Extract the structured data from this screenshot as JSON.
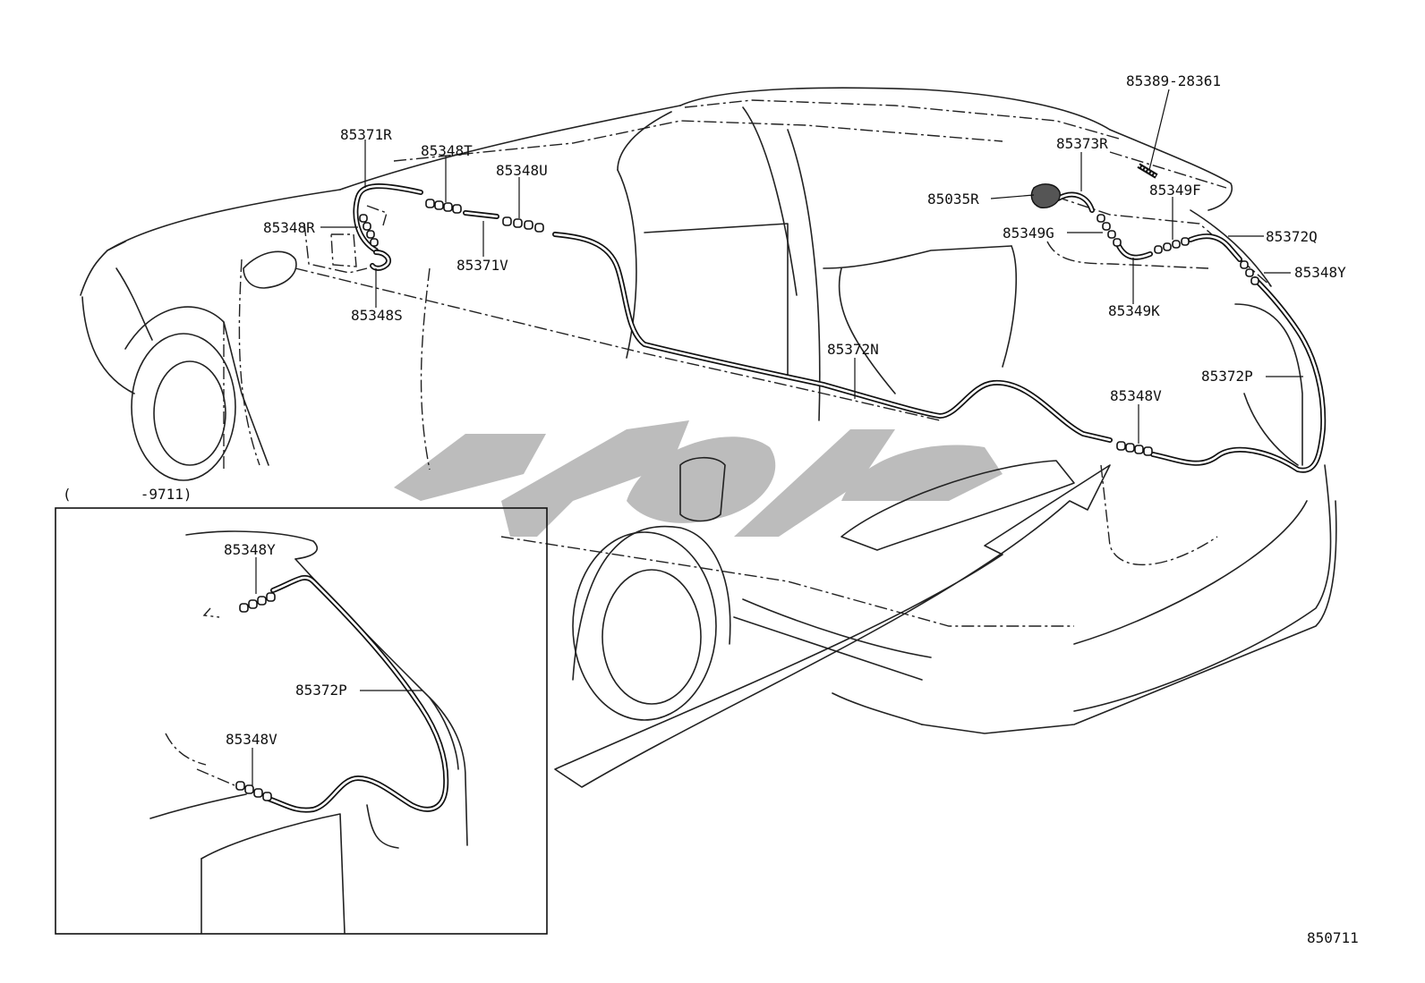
{
  "diagram": {
    "callouts": {
      "c85389_28361": "85389-28361",
      "c85371R": "85371R",
      "c85348T": "85348T",
      "c85348U": "85348U",
      "c85373R": "85373R",
      "c85035R": "85035R",
      "c85349F": "85349F",
      "c85348R": "85348R",
      "c85349G": "85349G",
      "c85372Q": "85372Q",
      "c85371V": "85371V",
      "c85348Y": "85348Y",
      "c85348S": "85348S",
      "c85349K": "85349K",
      "c85372N": "85372N",
      "c85372P": "85372P",
      "c85348V": "85348V"
    },
    "inset": {
      "range_label": "(        -9711)",
      "c85348Y": "85348Y",
      "c85372P": "85372P",
      "c85348V": "85348V"
    },
    "figure_number": "850711"
  }
}
